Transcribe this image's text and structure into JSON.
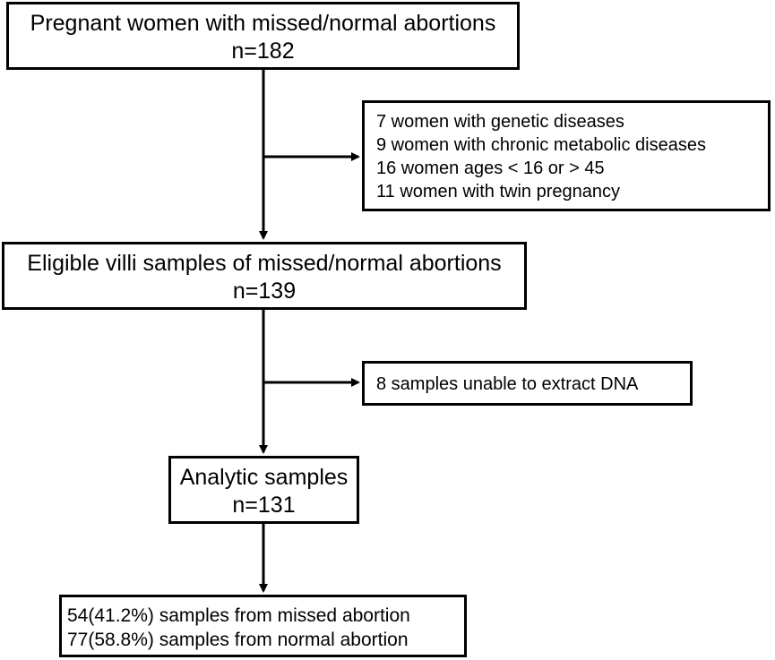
{
  "boxes": {
    "enrolled": {
      "line1": "Pregnant women with missed/normal abortions",
      "line2": "n=182"
    },
    "excluded_first": {
      "items": [
        "7 women with genetic diseases",
        "9 women with chronic metabolic diseases",
        "16 women ages < 16 or > 45",
        "11 women with twin pregnancy"
      ]
    },
    "eligible": {
      "line1": "Eligible villi samples of missed/normal abortions",
      "line2": "n=139"
    },
    "excluded_second": {
      "items": [
        "8 samples unable to extract DNA"
      ]
    },
    "analytic": {
      "line1": "Analytic samples",
      "line2": "n=131"
    },
    "outcome": {
      "items": [
        "54(41.2%) samples from missed abortion",
        "77(58.8%) samples from normal abortion"
      ]
    }
  },
  "colors": {
    "stroke": "#000000",
    "background": "#ffffff"
  }
}
